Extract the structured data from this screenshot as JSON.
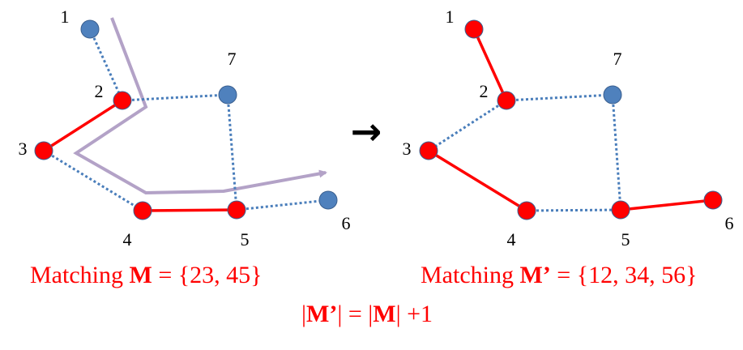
{
  "colors": {
    "matched_edge": "#ff0000",
    "unmatched_edge": "#4a7ebb",
    "free_node": "#4f81bd",
    "matched_node": "#ff0000",
    "path_arrow": "#b3a2c7",
    "caption_text": "#ff0000"
  },
  "arrow_symbol": "→",
  "left_graph": {
    "nodes": [
      {
        "id": "1",
        "label": "1",
        "state": "free"
      },
      {
        "id": "2",
        "label": "2",
        "state": "matched"
      },
      {
        "id": "3",
        "label": "3",
        "state": "matched"
      },
      {
        "id": "4",
        "label": "4",
        "state": "matched"
      },
      {
        "id": "5",
        "label": "5",
        "state": "matched"
      },
      {
        "id": "6",
        "label": "6",
        "state": "free"
      },
      {
        "id": "7",
        "label": "7",
        "state": "free"
      }
    ],
    "edges": [
      {
        "from": "1",
        "to": "2",
        "matched": false
      },
      {
        "from": "2",
        "to": "3",
        "matched": true
      },
      {
        "from": "2",
        "to": "7",
        "matched": false
      },
      {
        "from": "3",
        "to": "4",
        "matched": false
      },
      {
        "from": "4",
        "to": "5",
        "matched": true
      },
      {
        "from": "5",
        "to": "6",
        "matched": false
      },
      {
        "from": "7",
        "to": "5",
        "matched": false
      }
    ],
    "caption": {
      "prefix": "Matching ",
      "symbol": "M",
      "suffix": " = {23, 45}"
    }
  },
  "right_graph": {
    "nodes": [
      {
        "id": "1",
        "label": "1",
        "state": "matched"
      },
      {
        "id": "2",
        "label": "2",
        "state": "matched"
      },
      {
        "id": "3",
        "label": "3",
        "state": "matched"
      },
      {
        "id": "4",
        "label": "4",
        "state": "matched"
      },
      {
        "id": "5",
        "label": "5",
        "state": "matched"
      },
      {
        "id": "6",
        "label": "6",
        "state": "matched"
      },
      {
        "id": "7",
        "label": "7",
        "state": "free"
      }
    ],
    "edges": [
      {
        "from": "1",
        "to": "2",
        "matched": true
      },
      {
        "from": "2",
        "to": "3",
        "matched": false
      },
      {
        "from": "2",
        "to": "7",
        "matched": false
      },
      {
        "from": "3",
        "to": "4",
        "matched": true
      },
      {
        "from": "4",
        "to": "5",
        "matched": false
      },
      {
        "from": "5",
        "to": "6",
        "matched": true
      },
      {
        "from": "7",
        "to": "5",
        "matched": false
      }
    ],
    "caption": {
      "prefix": "Matching ",
      "symbol": "M’",
      "suffix": " = {12, 34, 56}"
    }
  },
  "formula": {
    "bar_open": "|",
    "m_prime": "M’",
    "mid": "| = |",
    "m": "M",
    "tail": "| +1"
  }
}
